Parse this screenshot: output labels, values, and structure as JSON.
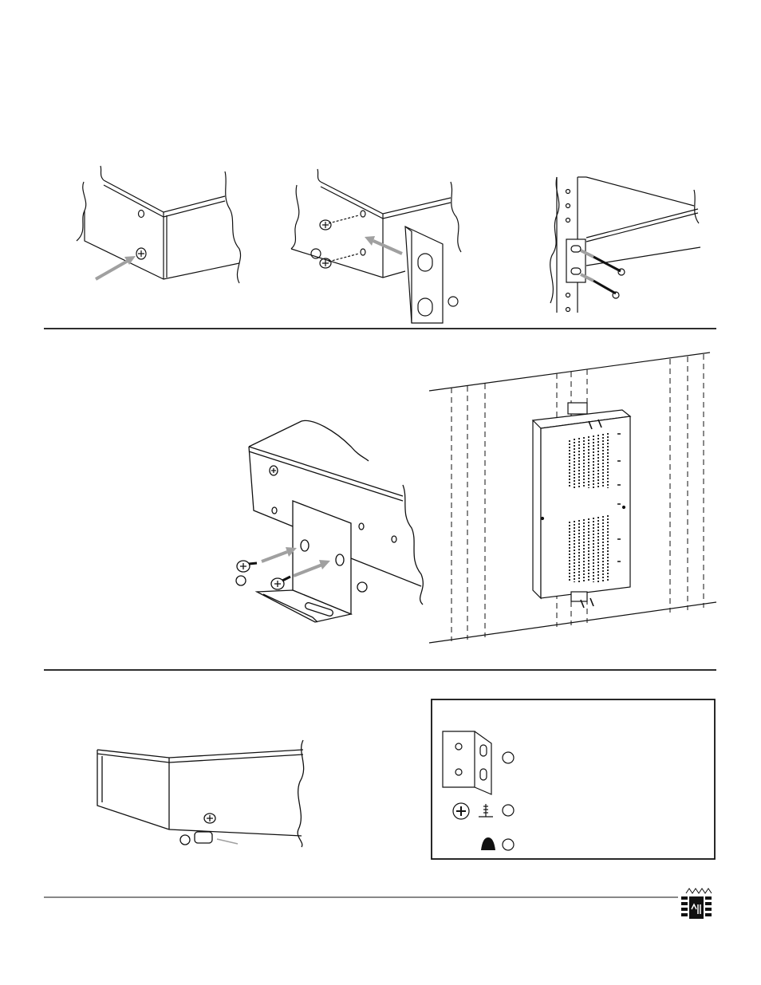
{
  "figures": [
    {
      "id": "rack-step-1",
      "arrow_color": "#a0a0a0"
    },
    {
      "id": "rack-step-2",
      "arrow_color": "#a0a0a0"
    },
    {
      "id": "rack-step-3",
      "arrow_color": "#a0a0a0"
    },
    {
      "id": "wall-bracket-attach",
      "arrow_color": "#a0a0a0"
    },
    {
      "id": "wall-mount-installed"
    },
    {
      "id": "feet-install",
      "arrow_color": "#a0a0a0"
    }
  ],
  "parts_legend": {
    "items": [
      {
        "name": "bracket",
        "icon": "bracket-icon"
      },
      {
        "name": "screw",
        "icon": "screw-icon"
      },
      {
        "name": "rubber-foot",
        "icon": "rubber-foot-icon"
      }
    ]
  },
  "logo": {
    "icon": "company-logo-icon"
  },
  "colors": {
    "line": "#111111",
    "arrow": "#a0a0a0",
    "background": "#ffffff"
  }
}
